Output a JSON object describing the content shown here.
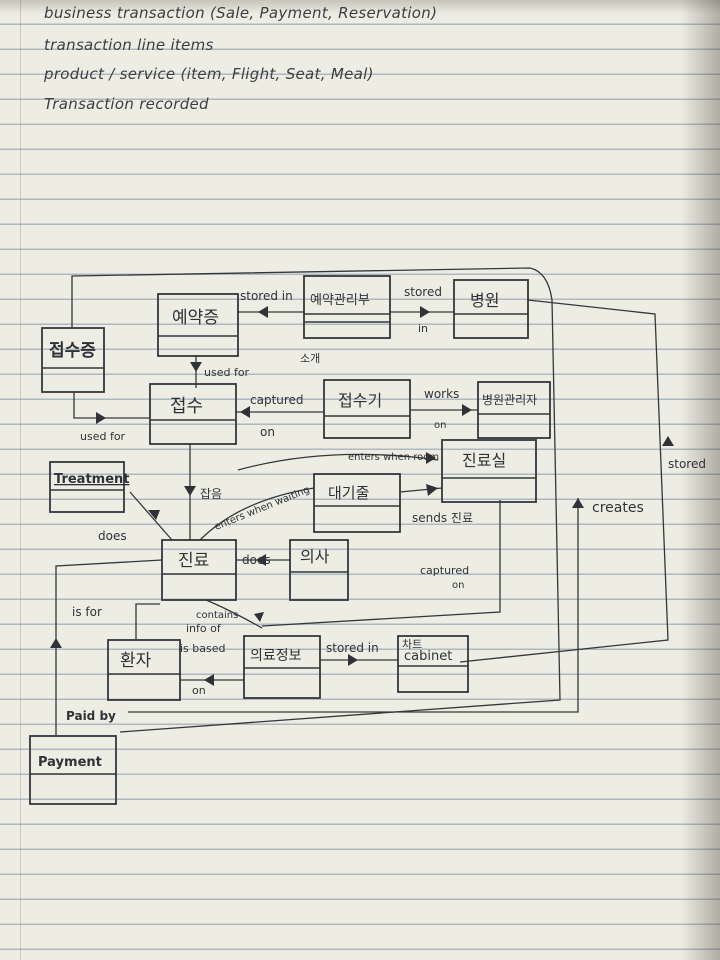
{
  "notes": [
    "business transaction (Sale, Payment, Reservation)",
    "transaction line items",
    "product / service (item, Flight, Seat, Meal)",
    "Transaction recorded"
  ],
  "classes": {
    "jeopsujeung": "접수증",
    "yeyakjeung": "예약증",
    "yeyak_gwallibu": "예약관리부",
    "byeongwon": "병원",
    "jeopsu": "접수",
    "jeopsugi": "접수기",
    "byeongwon_gwallija": "병원관리자",
    "treatment": "Treatment",
    "daegijul": "대기줄",
    "jinryosil": "진료실",
    "jinryo": "진료",
    "uisa": "의사",
    "hwanja": "환자",
    "uiryo_jeongbo": "의료정보",
    "chart_cabinet_top": "차트",
    "chart_cabinet": "cabinet",
    "payment": "Payment"
  },
  "associations": {
    "stored_in_1": "stored in",
    "stored_in_2": "stored",
    "stored_in_2b": "in",
    "used_for_1": "used for",
    "used_for_2": "used for",
    "captured_on_1": "captured",
    "captured_on_1b": "on",
    "works_on": "works",
    "works_on_b": "on",
    "enters_when_room": "enters when room",
    "japeum": "잡음",
    "enters_when_waiting": "enters when waiting",
    "sends_jinryo": "sends 진료",
    "does_1": "does",
    "does_2": "does",
    "captured_on_2": "captured",
    "captured_on_2b": "on",
    "contains_info_of": "contains",
    "contains_info_of_b": "info of",
    "is_for": "is for",
    "is_based_on": "is based",
    "is_based_on_b": "on",
    "stored_in_3": "stored in",
    "paid_by": "Paid by",
    "creates": "creates",
    "stored_right": "stored",
    "sogae": "소개"
  }
}
